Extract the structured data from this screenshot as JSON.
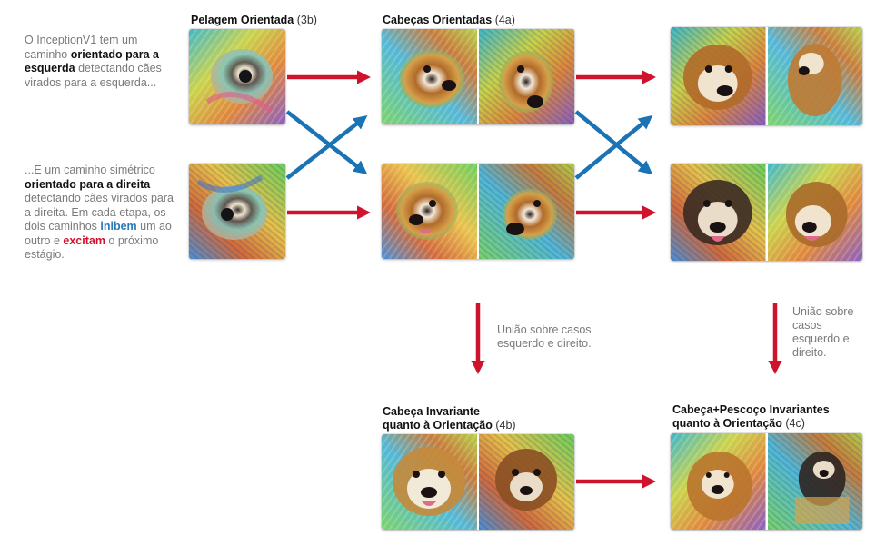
{
  "captions": {
    "left_top": {
      "p1": "O InceptionV1 tem um caminho ",
      "b1": "orientado para a esquerda",
      "p2": " detectando cães virados para a esquerda..."
    },
    "left_bottom": {
      "p1": "...E um caminho simétrico ",
      "b1": "orientado para a direita",
      "p2": " detectando cães virados para a direita. Em cada etapa, os dois caminhos ",
      "inhibit": "inibem",
      "p3": " um ao outro e ",
      "excite": "excitam",
      "p4": " o próximo estágio."
    }
  },
  "titles": {
    "fur": {
      "name": "Pelagem Orientada",
      "code": "(3b)"
    },
    "heads": {
      "name": "Cabeças Orientadas",
      "code": "(4a)"
    },
    "inv_head": {
      "line1": "Cabeça Invariante",
      "line2": "quanto à Orientação",
      "code": "(4b)"
    },
    "inv_neck": {
      "line1": "Cabeça+Pescoço Invariantes",
      "line2": "quanto à Orientação",
      "code": "(4c)"
    }
  },
  "notes": {
    "union_mid": [
      "União sobre casos",
      "esquerdo e direito."
    ],
    "union_right": [
      "União sobre",
      "casos",
      "esquerdo e",
      "direito."
    ]
  },
  "colors": {
    "excite": "#d0132d",
    "inhibit": "#1a73b5",
    "text_gray": "#7a7a7a",
    "text_dark": "#111111"
  },
  "images": {
    "fur_left": "dog-fur-feature-left",
    "fur_right": "dog-fur-feature-right",
    "head_left": "dog-head-feature-left",
    "head_right": "dog-head-feature-right",
    "neck_left": "dog-neck-feature-left",
    "neck_right": "dog-neck-feature-right",
    "inv_head": "dog-head-invariant-feature",
    "inv_neck": "dog-neck-invariant-feature"
  }
}
